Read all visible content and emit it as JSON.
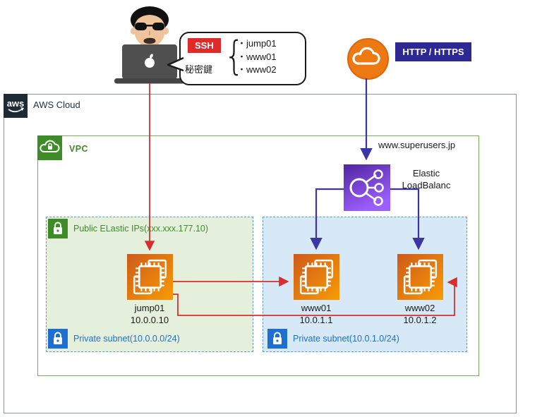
{
  "actor": {
    "ssh_badge": "SSH",
    "key_label": "秘密鍵",
    "keys": [
      "・jump01",
      "・www01",
      "・www02"
    ]
  },
  "internet": {
    "badge": "HTTP / HTTPS"
  },
  "aws": {
    "logo_text": "aws",
    "label": "AWS Cloud"
  },
  "vpc": {
    "label": "VPC"
  },
  "site": {
    "domain": "www.superusers.jp"
  },
  "elb": {
    "line1": "Elastic",
    "line2": "LoadBalanc"
  },
  "subnet_left": {
    "header": "Public ELastic IPs(xxx.xxx.177.10)",
    "footer": "Private subnet(10.0.0.0/24)"
  },
  "subnet_right": {
    "footer": "Private subnet(10.0.1.0/24)"
  },
  "instances": [
    {
      "name": "jump01",
      "ip": "10.0.0.10"
    },
    {
      "name": "www01",
      "ip": "10.0.1.1"
    },
    {
      "name": "www02",
      "ip": "10.0.1.2"
    }
  ],
  "colors": {
    "c-red": "#D92E2E",
    "c-purple": "#3E35A5",
    "c-badge": "#2E2893",
    "c-green": "#3E8C28",
    "c-blue": "#1E6FD0",
    "c-orange": "#ED7912",
    "c-vpcline": "#7BAB63",
    "c-awsline": "#8D959D",
    "c-dash": "#5E9BD0",
    "c-subgreen": "#E5F0DC",
    "c-subblue": "#D7E9F7"
  }
}
